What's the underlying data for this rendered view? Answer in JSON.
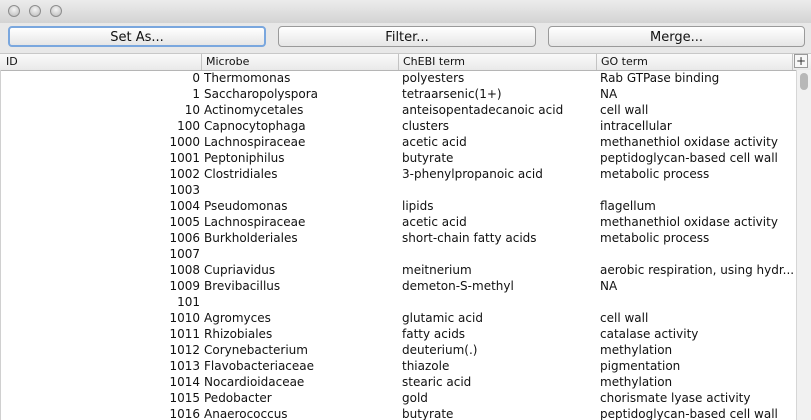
{
  "toolbar": {
    "set_as_label": "Set As...",
    "filter_label": "Filter...",
    "merge_label": "Merge..."
  },
  "table": {
    "columns": {
      "id": "ID",
      "microbe": "Microbe",
      "chebi": "ChEBI term",
      "go": "GO term"
    },
    "add_column_label": "+",
    "rows": [
      {
        "id": "0",
        "microbe": "Thermomonas",
        "chebi": "polyesters",
        "go": "Rab GTPase binding"
      },
      {
        "id": "1",
        "microbe": "Saccharopolyspora",
        "chebi": "tetraarsenic(1+)",
        "go": "NA"
      },
      {
        "id": "10",
        "microbe": "Actinomycetales",
        "chebi": "anteisopentadecanoic acid",
        "go": "cell wall"
      },
      {
        "id": "100",
        "microbe": "Capnocytophaga",
        "chebi": "clusters",
        "go": "intracellular"
      },
      {
        "id": "1000",
        "microbe": "Lachnospiraceae",
        "chebi": "acetic acid",
        "go": "methanethiol oxidase activity"
      },
      {
        "id": "1001",
        "microbe": "Peptoniphilus",
        "chebi": "butyrate",
        "go": "peptidoglycan-based cell wall"
      },
      {
        "id": "1002",
        "microbe": "Clostridiales",
        "chebi": "3-phenylpropanoic acid",
        "go": "metabolic process"
      },
      {
        "id": "1003",
        "microbe": "",
        "chebi": "",
        "go": ""
      },
      {
        "id": "1004",
        "microbe": "Pseudomonas",
        "chebi": "lipids",
        "go": "flagellum"
      },
      {
        "id": "1005",
        "microbe": "Lachnospiraceae",
        "chebi": "acetic acid",
        "go": "methanethiol oxidase activity"
      },
      {
        "id": "1006",
        "microbe": "Burkholderiales",
        "chebi": "short-chain fatty acids",
        "go": "metabolic process"
      },
      {
        "id": "1007",
        "microbe": "",
        "chebi": "",
        "go": ""
      },
      {
        "id": "1008",
        "microbe": "Cupriavidus",
        "chebi": "meitnerium",
        "go": "aerobic respiration, using hydr..."
      },
      {
        "id": "1009",
        "microbe": "Brevibacillus",
        "chebi": "demeton-S-methyl",
        "go": "NA"
      },
      {
        "id": "101",
        "microbe": "",
        "chebi": "",
        "go": ""
      },
      {
        "id": "1010",
        "microbe": "Agromyces",
        "chebi": "glutamic acid",
        "go": "cell wall"
      },
      {
        "id": "1011",
        "microbe": "Rhizobiales",
        "chebi": "fatty acids",
        "go": "catalase activity"
      },
      {
        "id": "1012",
        "microbe": "Corynebacterium",
        "chebi": "deuterium(.)",
        "go": "methylation"
      },
      {
        "id": "1013",
        "microbe": "Flavobacteriaceae",
        "chebi": "thiazole",
        "go": "pigmentation"
      },
      {
        "id": "1014",
        "microbe": "Nocardioidaceae",
        "chebi": "stearic acid",
        "go": "methylation"
      },
      {
        "id": "1015",
        "microbe": "Pedobacter",
        "chebi": "gold",
        "go": "chorismate lyase activity"
      },
      {
        "id": "1016",
        "microbe": "Anaerococcus",
        "chebi": "butyrate",
        "go": "peptidoglycan-based cell wall"
      }
    ]
  }
}
